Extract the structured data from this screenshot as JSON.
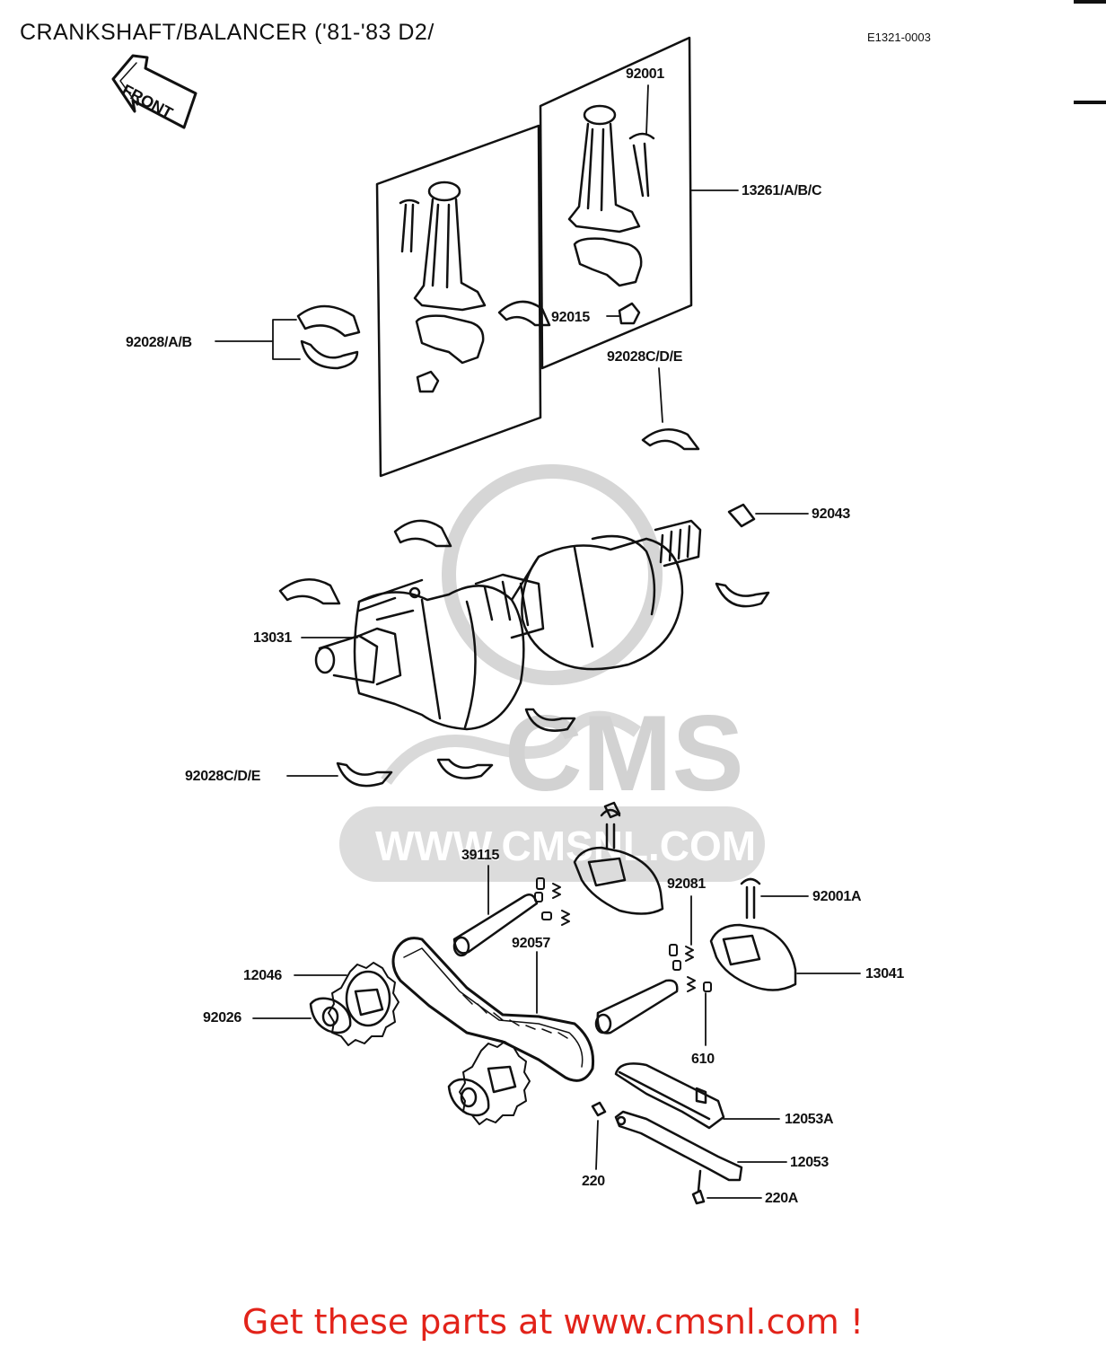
{
  "title": "CRANKSHAFT/BALANCER ('81-'83 D2/",
  "diagram_code": "E1321-0003",
  "front_arrow_label": "FRONT",
  "watermark": {
    "brand": "CMS",
    "url": "WWW.CMSNL.COM"
  },
  "footer": "Get these parts at www.cmsnl.com !",
  "labels": {
    "l92001": "92001",
    "l13261": "13261/A/B/C",
    "l92028ab": "92028/A/B",
    "l92015": "92015",
    "l92028cde_top": "92028C/D/E",
    "l92043": "92043",
    "l13031": "13031",
    "l92028cde_bottom": "92028C/D/E",
    "l39115": "39115",
    "l92081": "92081",
    "l92001a": "92001A",
    "l92057": "92057",
    "l12046": "12046",
    "l13041": "13041",
    "l92026": "92026",
    "l610": "610",
    "l12053a": "12053A",
    "l12053": "12053",
    "l220": "220",
    "l220a": "220A"
  },
  "colors": {
    "line": "#111111",
    "footer": "#e2231a",
    "watermark": "#cfcfcf"
  }
}
